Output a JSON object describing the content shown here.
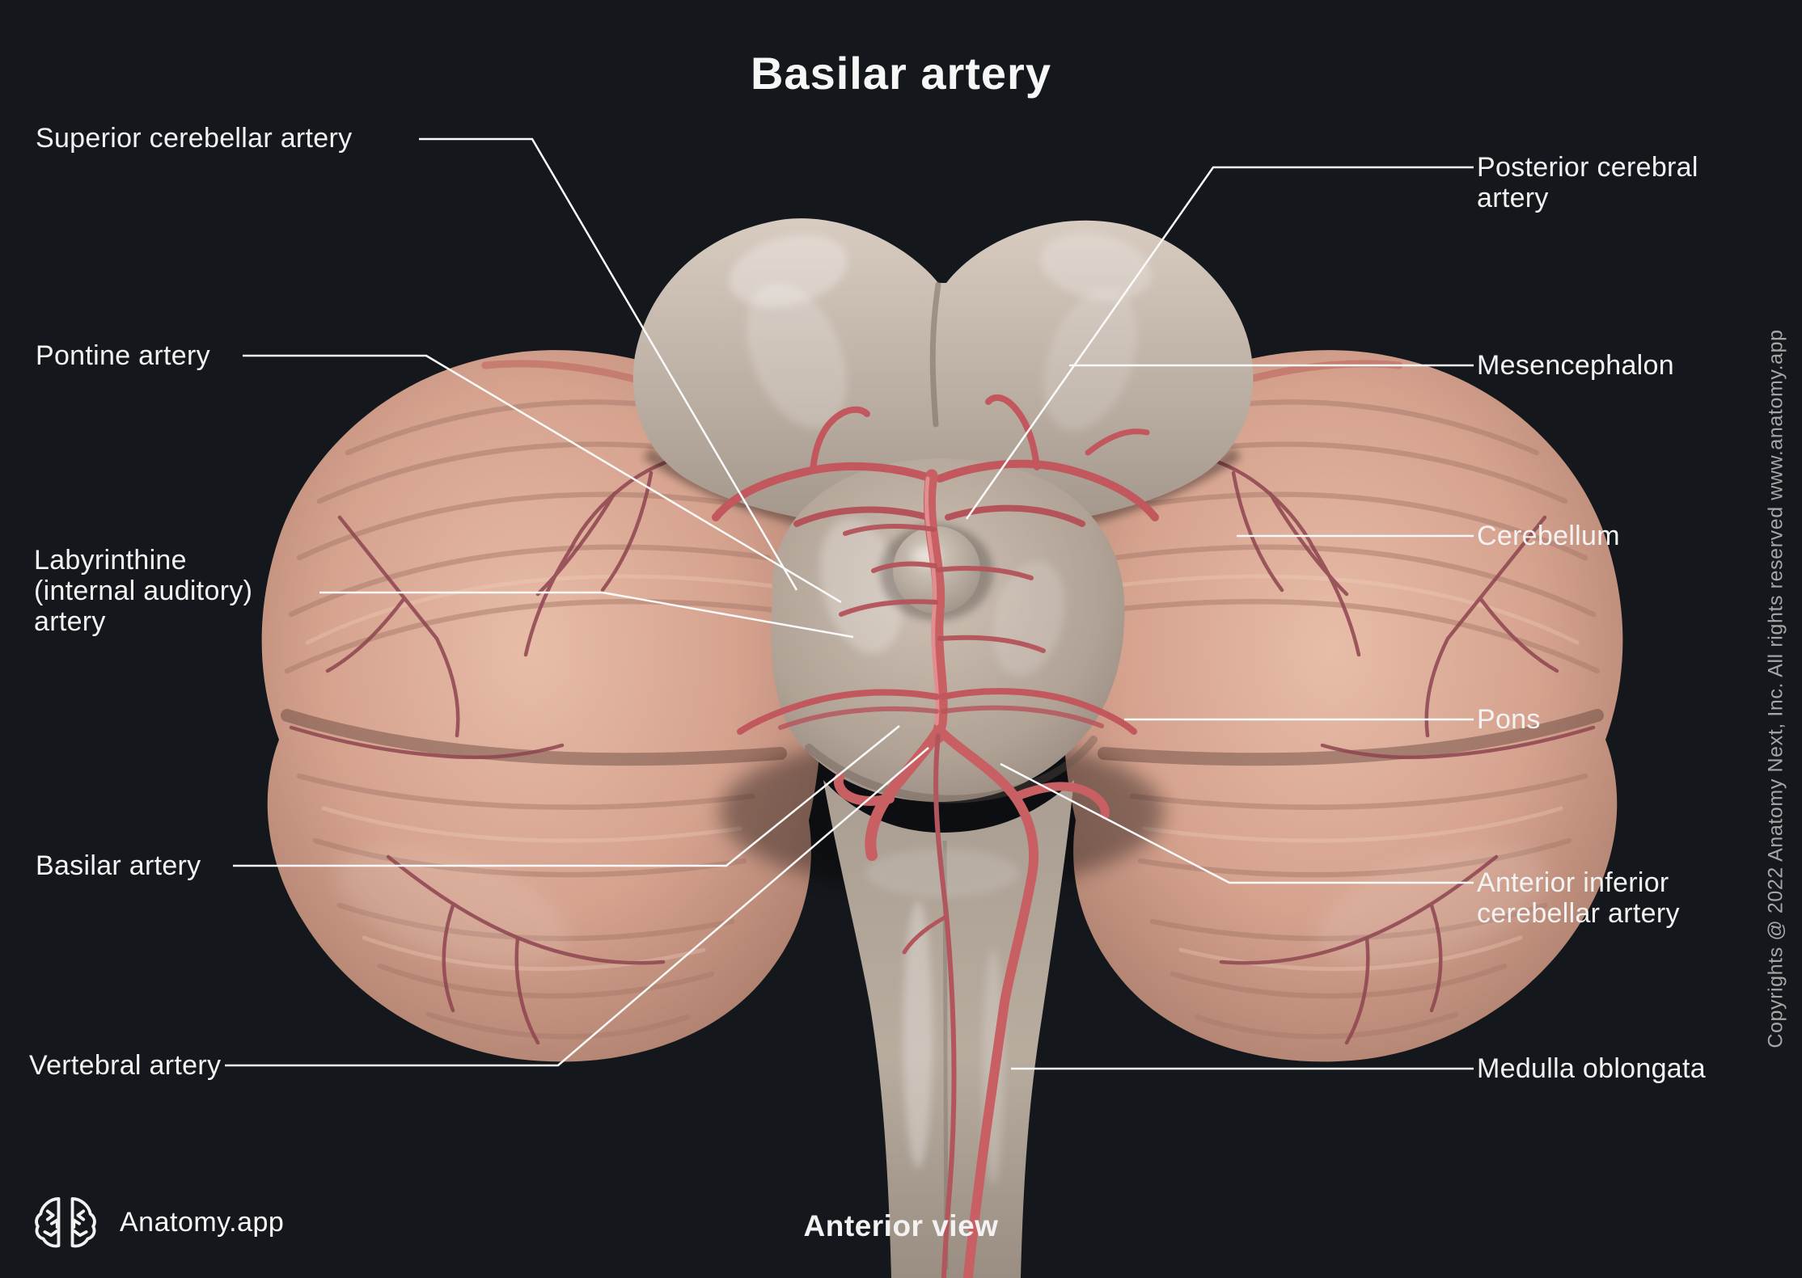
{
  "title": "Basilar artery",
  "view_caption": "Anterior view",
  "brand": {
    "name": "Anatomy.app"
  },
  "copyright": "Copyrights @ 2022 Anatomy Next, Inc. All rights reserved www.anatomy.app",
  "icons": {
    "brand": "brain-icon"
  },
  "colors": {
    "background": "#14171b",
    "label_text": "#f3f3f3",
    "leader_line": "#fafafa",
    "copyright_text": "#a6a6a6",
    "artery_red": "#c2585e",
    "cerebellum_pink": "#d6a28f",
    "brainstem_gray": "#b3a396"
  },
  "labels": {
    "left": [
      {
        "id": "superior-cerebellar-artery",
        "text": "Superior cerebellar artery"
      },
      {
        "id": "pontine-artery",
        "text": "Pontine artery"
      },
      {
        "id": "labyrinthine-artery",
        "text": "Labyrinthine (internal auditory) artery"
      },
      {
        "id": "basilar-artery",
        "text": "Basilar artery"
      },
      {
        "id": "vertebral-artery",
        "text": "Vertebral artery"
      }
    ],
    "right": [
      {
        "id": "posterior-cerebral-artery",
        "text": "Posterior cerebral artery"
      },
      {
        "id": "mesencephalon",
        "text": "Mesencephalon"
      },
      {
        "id": "cerebellum",
        "text": "Cerebellum"
      },
      {
        "id": "pons",
        "text": "Pons"
      },
      {
        "id": "anterior-inferior-cerebellar-artery",
        "text": "Anterior inferior cerebellar artery"
      },
      {
        "id": "medulla-oblongata",
        "text": "Medulla oblongata"
      }
    ]
  }
}
